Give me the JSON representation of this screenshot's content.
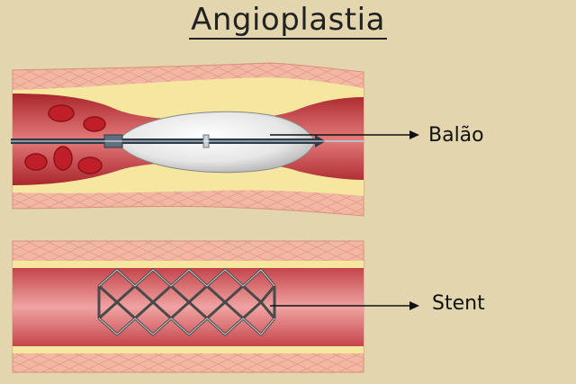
{
  "title": "Angioplastia",
  "labels": {
    "balloon": "Balão",
    "stent": "Stent"
  },
  "colors": {
    "background": "#e3d6ae",
    "vessel_wall": "#f0b4a0",
    "lumen": "#c2464a",
    "plaque": "#f5e6a4",
    "blood_cell": "#c01f27",
    "balloon": "#eeeeee"
  }
}
